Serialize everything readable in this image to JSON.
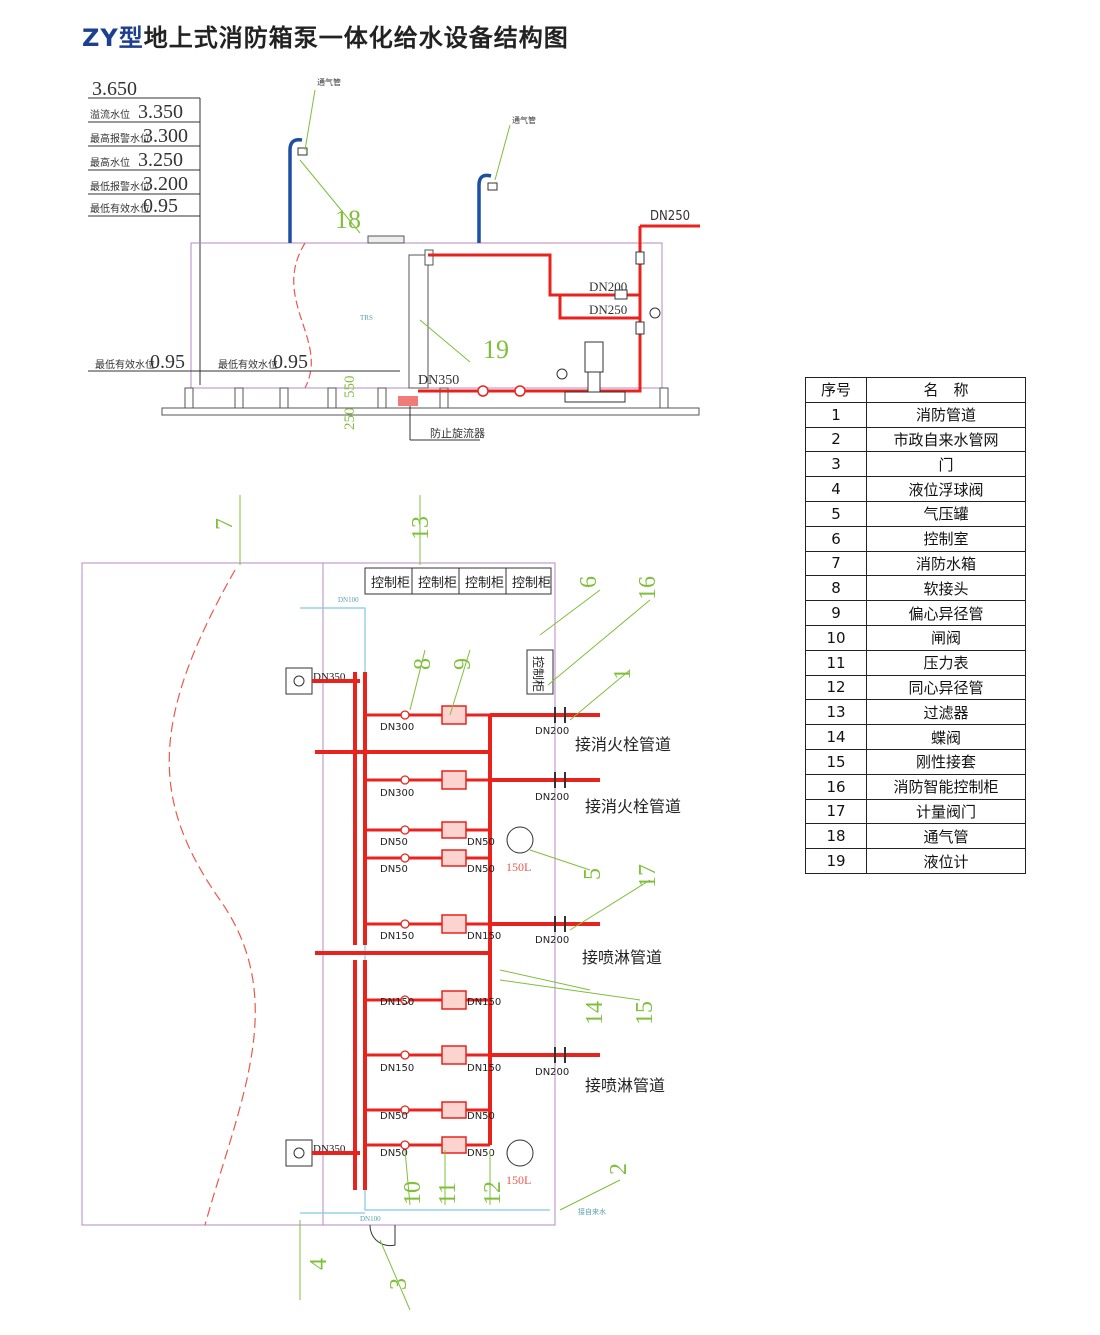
{
  "title": {
    "prefix": "ZY型",
    "main": "地上式消防箱泵一体化给水设备结构图"
  },
  "elevation": {
    "top": "3.650",
    "rows": [
      {
        "label": "溢流水位",
        "value": "3.350"
      },
      {
        "label": "最高报警水位",
        "value": "3.300"
      },
      {
        "label": "最高水位",
        "value": "3.250"
      },
      {
        "label": "最低报警水位",
        "value": "3.200"
      },
      {
        "label": "最低有效水位",
        "value": "0.95"
      }
    ],
    "bottom_left": {
      "label": "最低有效水位",
      "value": "0.95"
    },
    "bottom_mid": {
      "label": "最低有效水位",
      "value": "0.95"
    }
  },
  "section": {
    "vent1": "通气管",
    "vent2": "通气管",
    "dn_main": "DN250",
    "dn_200": "DN200",
    "dn_250b": "DN250",
    "dn_350": "DN350",
    "anti_vortex": "防止旋流器",
    "dim1": "550",
    "dim2": "250",
    "trs": "TRS",
    "label18": "18",
    "label19": "19"
  },
  "plan": {
    "control_cabinets": [
      "控制柜",
      "控制柜",
      "控制柜",
      "控制柜"
    ],
    "control_cabinet_v": "控制柜",
    "dn350_top": "DN350",
    "dn350_bottom": "DN350",
    "dn100_top": "DN100",
    "dn100_bottom": "DN100",
    "dn_labels_left": [
      "DN300",
      "DN300",
      "DN50",
      "DN50",
      "DN150",
      "DN150",
      "DN150",
      "DN50",
      "DN50"
    ],
    "dn_labels_right": [
      "DN50",
      "DN50",
      "DN150",
      "DN150",
      "DN150",
      "DN50",
      "DN50"
    ],
    "dn200": [
      "DN200",
      "DN200",
      "DN200",
      "DN200"
    ],
    "outlets": [
      "接消火栓管道",
      "接消火栓管道",
      "接喷淋管道",
      "接喷淋管道"
    ],
    "tank_volume": [
      "150L",
      "150L"
    ],
    "city_water": "接自来水",
    "callouts": [
      "7",
      "13",
      "6",
      "16",
      "8",
      "9",
      "1",
      "5",
      "17",
      "14",
      "15",
      "10",
      "11",
      "12",
      "2",
      "4",
      "3"
    ]
  },
  "legend": {
    "headers": [
      "序号",
      "名　称"
    ],
    "rows": [
      [
        "1",
        "消防管道"
      ],
      [
        "2",
        "市政自来水管网"
      ],
      [
        "3",
        "门"
      ],
      [
        "4",
        "液位浮球阀"
      ],
      [
        "5",
        "气压罐"
      ],
      [
        "6",
        "控制室"
      ],
      [
        "7",
        "消防水箱"
      ],
      [
        "8",
        "软接头"
      ],
      [
        "9",
        "偏心异径管"
      ],
      [
        "10",
        "闸阀"
      ],
      [
        "11",
        "压力表"
      ],
      [
        "12",
        "同心异径管"
      ],
      [
        "13",
        "过滤器"
      ],
      [
        "14",
        "蝶阀"
      ],
      [
        "15",
        "刚性接套"
      ],
      [
        "16",
        "消防智能控制柜"
      ],
      [
        "17",
        "计量阀门"
      ],
      [
        "18",
        "通气管"
      ],
      [
        "19",
        "液位计"
      ]
    ]
  },
  "colors": {
    "pipe": "#e8231e",
    "vent": "#1d4fa3",
    "callout": "#7fbf3a",
    "frame": "#b48ac6",
    "water": "#7ec9e6"
  }
}
